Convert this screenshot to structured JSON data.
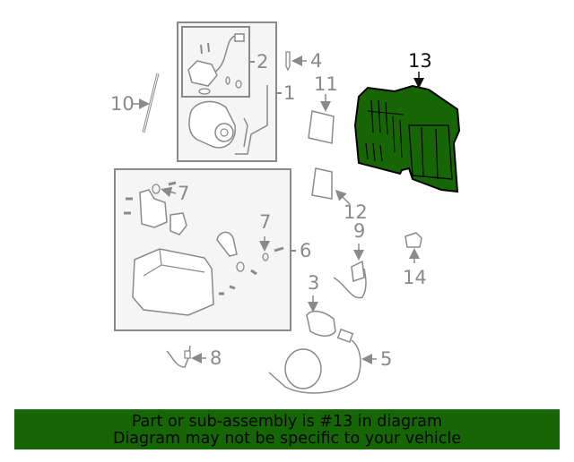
{
  "diagram": {
    "highlight_color": "#166606",
    "line_color": "#8a8a8a",
    "box_fill": "#f5f5f5",
    "highlighted_part": "13",
    "callouts": [
      {
        "id": "c1",
        "label": "1"
      },
      {
        "id": "c2",
        "label": "2"
      },
      {
        "id": "c3",
        "label": "3"
      },
      {
        "id": "c4",
        "label": "4"
      },
      {
        "id": "c5",
        "label": "5"
      },
      {
        "id": "c6",
        "label": "6"
      },
      {
        "id": "c7a",
        "label": "7"
      },
      {
        "id": "c7b",
        "label": "7"
      },
      {
        "id": "c8",
        "label": "8"
      },
      {
        "id": "c9",
        "label": "9"
      },
      {
        "id": "c10",
        "label": "10"
      },
      {
        "id": "c11",
        "label": "11"
      },
      {
        "id": "c12",
        "label": "12"
      },
      {
        "id": "c13",
        "label": "13"
      },
      {
        "id": "c14",
        "label": "14"
      }
    ]
  },
  "banner": {
    "line1": "Part or sub-assembly is #13 in diagram",
    "line2": "Diagram may not be specific to your vehicle",
    "background": "#166606"
  }
}
